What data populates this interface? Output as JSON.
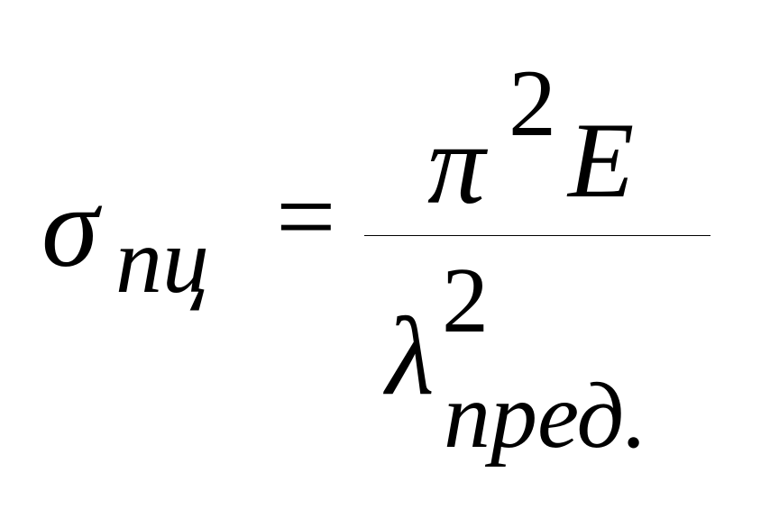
{
  "formula": {
    "lhs_symbol": "σ",
    "lhs_subscript": "пц",
    "relation": "=",
    "numerator": {
      "symbol": "π",
      "exponent": "2",
      "factor": "E"
    },
    "denominator": {
      "symbol": "λ",
      "exponent": "2",
      "subscript": "пред."
    }
  }
}
